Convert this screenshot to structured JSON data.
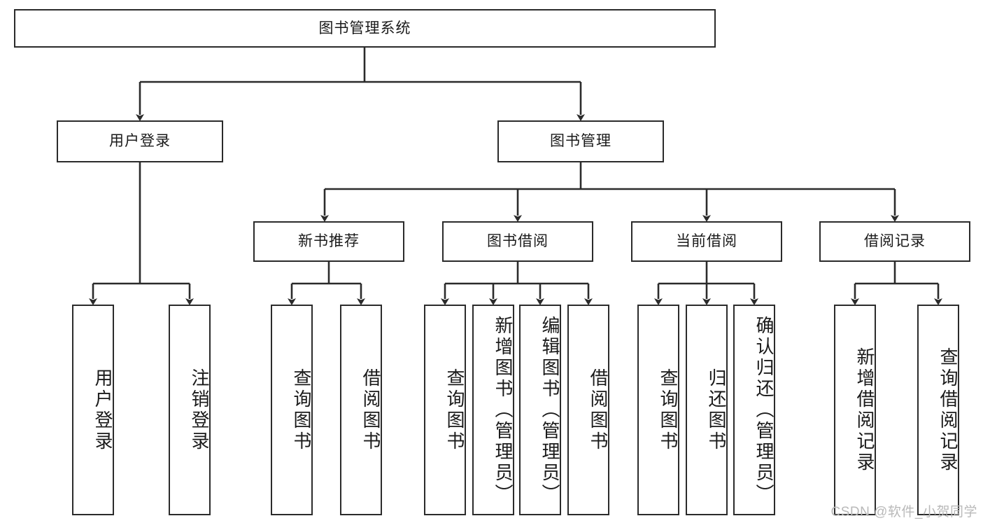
{
  "diagram": {
    "type": "hierarchy-tree",
    "title_node": {
      "label": "图书管理系统"
    },
    "level2": [
      {
        "label": "用户登录"
      },
      {
        "label": "图书管理"
      }
    ],
    "level3": [
      {
        "label": "新书推荐"
      },
      {
        "label": "图书借阅"
      },
      {
        "label": "当前借阅"
      },
      {
        "label": "借阅记录"
      }
    ],
    "leaves": {
      "user_login": [
        {
          "label": "用户登录"
        },
        {
          "label": "注销登录"
        }
      ],
      "new_book_recommend": [
        {
          "label": "查询图书"
        },
        {
          "label": "借阅图书"
        }
      ],
      "book_borrow": [
        {
          "label": "查询图书"
        },
        {
          "label": "新增图书（管理员）"
        },
        {
          "label": "编辑图书（管理员）"
        },
        {
          "label": "借阅图书"
        }
      ],
      "current_borrow": [
        {
          "label": "查询图书"
        },
        {
          "label": "归还图书"
        },
        {
          "label": "确认归还（管理员）"
        }
      ],
      "borrow_records": [
        {
          "label": "新增借阅记录"
        },
        {
          "label": "查询借阅记录"
        }
      ]
    },
    "watermark": "CSDN @软件_小贺同学",
    "colors": {
      "stroke": "#2b2b2b",
      "fill": "#ffffff",
      "text": "#1a1a1a",
      "watermark": "#b9b9b9"
    }
  }
}
